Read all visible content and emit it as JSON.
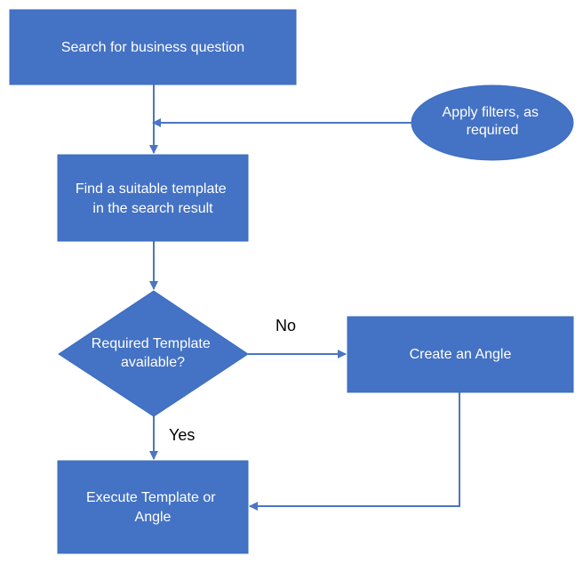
{
  "colors": {
    "node_fill": "#4472c4",
    "edge": "#4a76c2",
    "node_text": "#ffffff",
    "label_text": "#000000"
  },
  "nodes": {
    "search": {
      "lines": [
        "Search for business question"
      ]
    },
    "filters": {
      "lines": [
        "Apply filters, as",
        "required"
      ]
    },
    "find_template": {
      "lines": [
        "Find a suitable template",
        "in the search result"
      ]
    },
    "decision": {
      "lines": [
        "Required Template",
        "available?"
      ]
    },
    "create_angle": {
      "lines": [
        "Create an Angle"
      ]
    },
    "execute": {
      "lines": [
        "Execute Template or",
        "Angle"
      ]
    }
  },
  "edges": {
    "no_label": "No",
    "yes_label": "Yes"
  }
}
